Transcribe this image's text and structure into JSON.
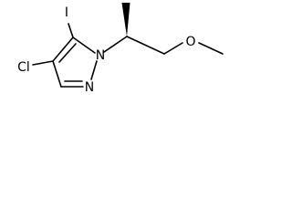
{
  "molecule": {
    "atoms": {
      "iodine": "I",
      "chlorine": "Cl",
      "nitrogen_1": "N",
      "nitrogen_2": "N",
      "oxygen": "O"
    }
  }
}
